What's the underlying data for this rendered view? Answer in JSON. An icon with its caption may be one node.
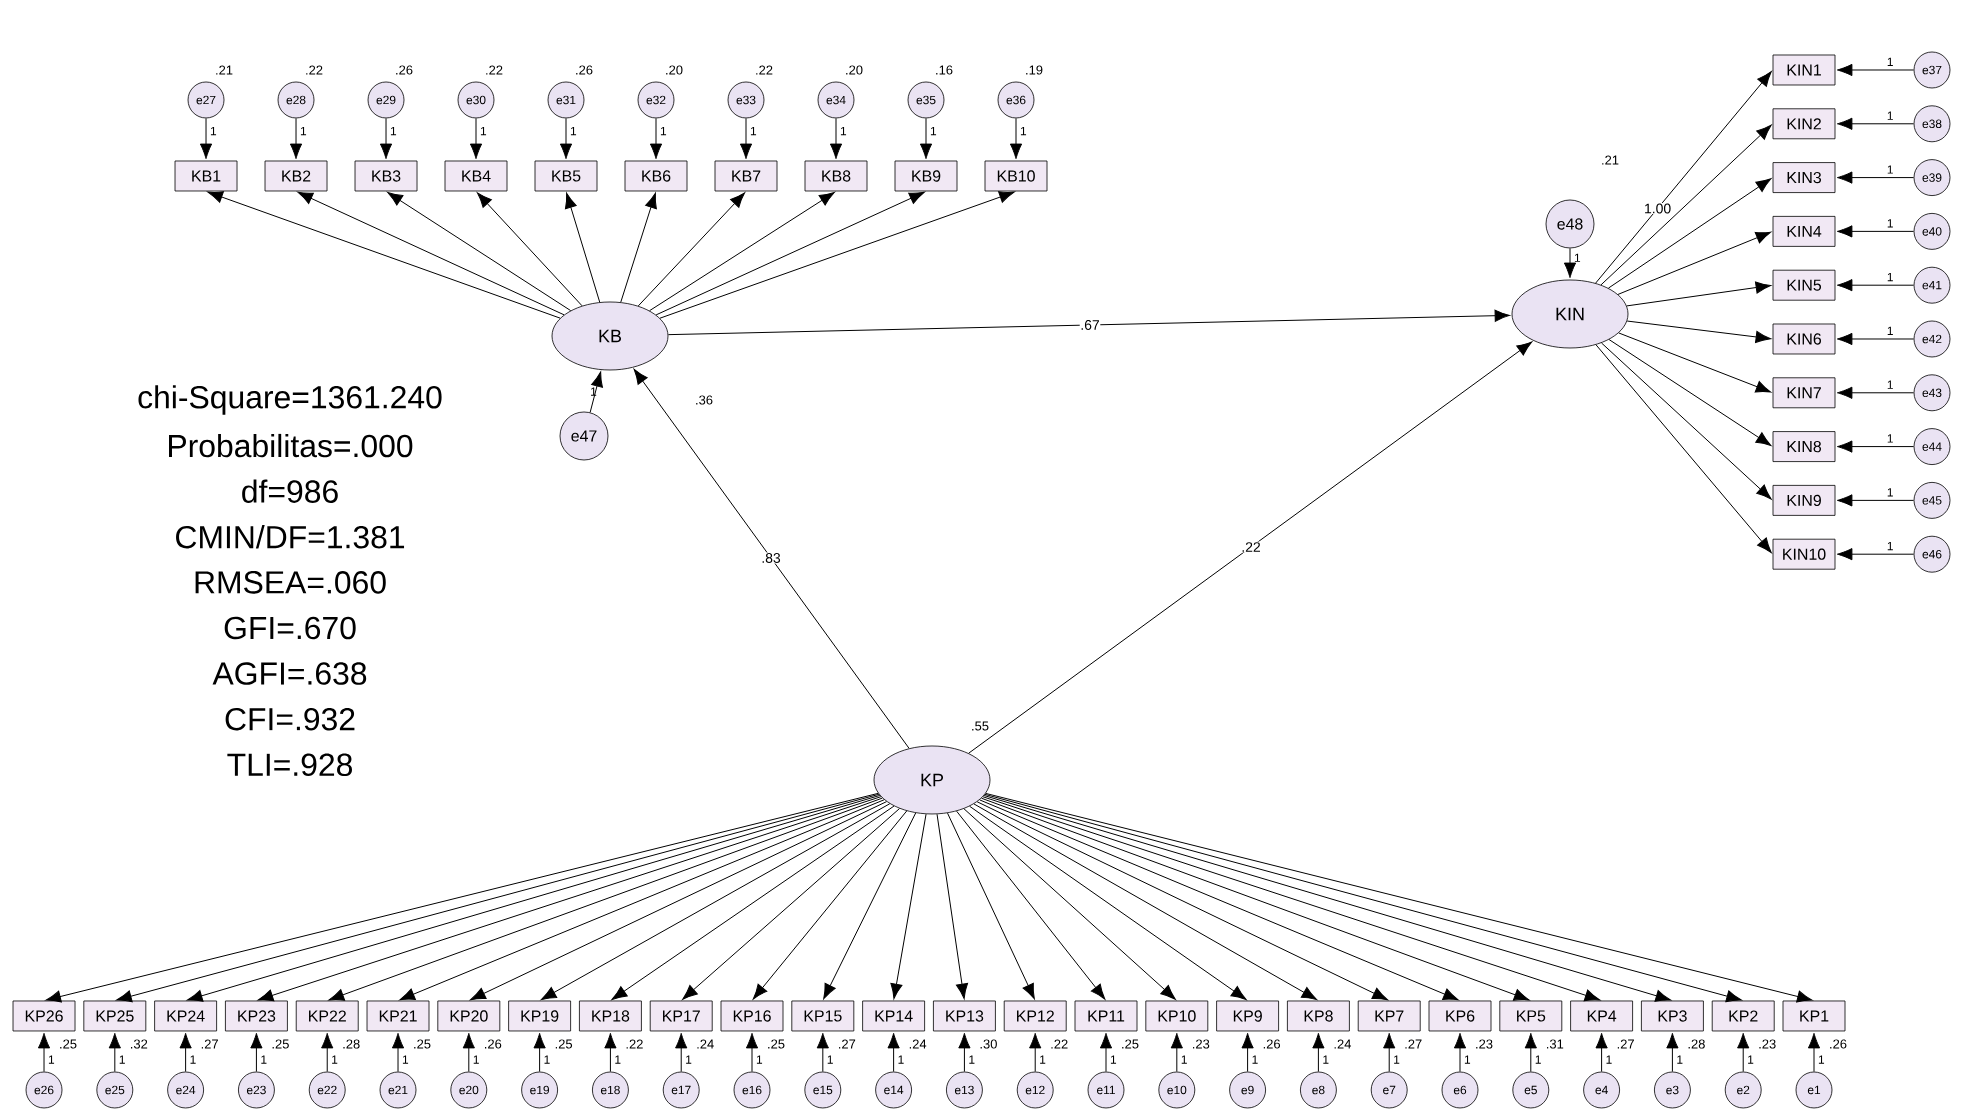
{
  "diagram": {
    "nodes": [
      {
        "text": [
          "e27"
        ],
        "beside": [
          ".21"
        ]
      },
      {
        "text": [
          "e28"
        ],
        "beside": [
          ".22"
        ]
      },
      {
        "text": [
          "e29"
        ],
        "beside": [
          ".26"
        ]
      },
      {
        "text": [
          "e30"
        ],
        "beside": [
          ".22"
        ]
      },
      {
        "text": [
          "e31"
        ],
        "beside": [
          ".26"
        ]
      },
      {
        "text": [
          "e32"
        ],
        "beside": [
          ".20"
        ]
      },
      {
        "text": [
          "e33"
        ],
        "beside": [
          ".22"
        ]
      },
      {
        "text": [
          "e34"
        ],
        "beside": [
          ".20"
        ]
      },
      {
        "text": [
          "e35"
        ],
        "beside": [
          ".16"
        ]
      },
      {
        "text": [
          "e36"
        ],
        "beside": [
          ".19"
        ]
      },
      {
        "text": [
          "KB1"
        ]
      },
      {
        "text": [
          "KB2"
        ]
      },
      {
        "text": [
          "KB3"
        ]
      },
      {
        "text": [
          "KB4"
        ]
      },
      {
        "text": [
          "KB5"
        ]
      },
      {
        "text": [
          "KB6"
        ]
      },
      {
        "text": [
          "KB7"
        ]
      },
      {
        "text": [
          "KB8"
        ]
      },
      {
        "text": [
          "KB9"
        ]
      },
      {
        "text": [
          "KB10"
        ]
      },
      {
        "text": [
          "KB"
        ]
      },
      {
        "text": [
          "e47"
        ]
      },
      {
        "text": [
          "e48"
        ]
      },
      {
        "text": [
          "KIN"
        ]
      },
      {
        "text": [
          "KIN1"
        ]
      },
      {
        "text": [
          "KIN2"
        ]
      },
      {
        "text": [
          "KIN3"
        ]
      },
      {
        "text": [
          "KIN4"
        ]
      },
      {
        "text": [
          "KIN5"
        ]
      },
      {
        "text": [
          "KIN6"
        ]
      },
      {
        "text": [
          "KIN7"
        ]
      },
      {
        "text": [
          "KIN8"
        ]
      },
      {
        "text": [
          "KIN9"
        ]
      },
      {
        "text": [
          "KIN10"
        ]
      },
      {
        "text": [
          "e37"
        ]
      },
      {
        "text": [
          "e38"
        ]
      },
      {
        "text": [
          "e39"
        ]
      },
      {
        "text": [
          "e40"
        ]
      },
      {
        "text": [
          "e41"
        ]
      },
      {
        "text": [
          "e42"
        ]
      },
      {
        "text": [
          "e43"
        ]
      },
      {
        "text": [
          "e44"
        ]
      },
      {
        "text": [
          "e45"
        ]
      },
      {
        "text": [
          "e46"
        ]
      },
      {
        "text": [
          "KP"
        ],
        "beside": [
          ".55"
        ]
      },
      {
        "text": [
          "KP26"
        ],
        "beside": [
          ".25"
        ]
      },
      {
        "text": [
          "KP25"
        ],
        "beside": [
          ".32"
        ]
      },
      {
        "text": [
          "KP24"
        ],
        "beside": [
          ".27"
        ]
      },
      {
        "text": [
          "KP23"
        ],
        "beside": [
          ".25"
        ]
      },
      {
        "text": [
          "KP22"
        ],
        "beside": [
          ".28"
        ]
      },
      {
        "text": [
          "KP21"
        ],
        "beside": [
          ".25"
        ]
      },
      {
        "text": [
          "KP20"
        ],
        "beside": [
          ".26"
        ]
      },
      {
        "text": [
          "KP19"
        ],
        "beside": [
          ".25"
        ]
      },
      {
        "text": [
          "KP18"
        ],
        "beside": [
          ".22"
        ]
      },
      {
        "text": [
          "KP17"
        ],
        "beside": [
          ".24"
        ]
      },
      {
        "text": [
          "KP16"
        ],
        "beside": [
          ".25"
        ]
      },
      {
        "text": [
          "KP15"
        ],
        "beside": [
          ".27"
        ]
      },
      {
        "text": [
          "KP14"
        ],
        "beside": [
          ".24"
        ]
      },
      {
        "text": [
          "KP13"
        ],
        "beside": [
          ".30"
        ]
      },
      {
        "text": [
          "KP12"
        ],
        "beside": [
          ".22"
        ]
      },
      {
        "text": [
          "KP11"
        ],
        "beside": [
          ".25"
        ]
      },
      {
        "text": [
          "KP10"
        ],
        "beside": [
          ".23"
        ]
      },
      {
        "text": [
          "KP9"
        ],
        "beside": [
          ".26"
        ]
      },
      {
        "text": [
          "KP8"
        ],
        "beside": [
          ".24"
        ]
      },
      {
        "text": [
          "KP7"
        ],
        "beside": [
          ".27"
        ]
      },
      {
        "text": [
          "KP6"
        ],
        "beside": [
          ".23"
        ]
      },
      {
        "text": [
          "KP5"
        ],
        "beside": [
          ".31"
        ]
      },
      {
        "text": [
          "KP4"
        ],
        "beside": [
          ".27"
        ]
      },
      {
        "text": [
          "KP3"
        ],
        "beside": [
          ".28"
        ]
      },
      {
        "text": [
          "KP2"
        ],
        "beside": [
          ".23"
        ]
      },
      {
        "text": [
          "KP1"
        ],
        "beside": [
          ".26"
        ]
      },
      {
        "text": [
          "e26"
        ]
      },
      {
        "text": [
          "e25"
        ]
      },
      {
        "text": [
          "e24"
        ]
      },
      {
        "text": [
          "e23"
        ]
      },
      {
        "text": [
          "e22"
        ]
      },
      {
        "text": [
          "e21"
        ]
      },
      {
        "text": [
          "e20"
        ]
      },
      {
        "text": [
          "e19"
        ]
      },
      {
        "text": [
          "e18"
        ]
      },
      {
        "text": [
          "e17"
        ]
      },
      {
        "text": [
          "e16"
        ]
      },
      {
        "text": [
          "e15"
        ]
      },
      {
        "text": [
          "e14"
        ]
      },
      {
        "text": [
          "e13"
        ]
      },
      {
        "text": [
          "e12"
        ]
      },
      {
        "text": [
          "e11"
        ]
      },
      {
        "text": [
          "e10"
        ]
      },
      {
        "text": [
          "e9"
        ]
      },
      {
        "text": [
          "e8"
        ]
      },
      {
        "text": [
          "e7"
        ]
      },
      {
        "text": [
          "e6"
        ]
      },
      {
        "text": [
          "e5"
        ]
      },
      {
        "text": [
          "e4"
        ]
      },
      {
        "text": [
          "e3"
        ]
      },
      {
        "text": [
          "e2"
        ]
      },
      {
        "text": [
          "e1"
        ]
      }
    ],
    "edges": [
      {
        "from": 0,
        "to": 10,
        "arrow": "to",
        "label": "1"
      },
      {
        "from": 1,
        "to": 11,
        "arrow": "to",
        "label": "1"
      },
      {
        "from": 2,
        "to": 12,
        "arrow": "to",
        "label": "1"
      },
      {
        "from": 3,
        "to": 13,
        "arrow": "to",
        "label": "1"
      },
      {
        "from": 4,
        "to": 14,
        "arrow": "to",
        "label": "1"
      },
      {
        "from": 5,
        "to": 15,
        "arrow": "to",
        "label": "1"
      },
      {
        "from": 6,
        "to": 16,
        "arrow": "to",
        "label": "1"
      },
      {
        "from": 7,
        "to": 17,
        "arrow": "to",
        "label": "1"
      },
      {
        "from": 8,
        "to": 18,
        "arrow": "to",
        "label": "1"
      },
      {
        "from": 9,
        "to": 19,
        "arrow": "to",
        "label": "1"
      },
      {
        "from": 20,
        "to": 10,
        "arrow": "to"
      },
      {
        "from": 20,
        "to": 11,
        "arrow": "to"
      },
      {
        "from": 20,
        "to": 12,
        "arrow": "to"
      },
      {
        "from": 20,
        "to": 13,
        "arrow": "to"
      },
      {
        "from": 20,
        "to": 14,
        "arrow": "to"
      },
      {
        "from": 20,
        "to": 15,
        "arrow": "to"
      },
      {
        "from": 20,
        "to": 16,
        "arrow": "to"
      },
      {
        "from": 20,
        "to": 17,
        "arrow": "to"
      },
      {
        "from": 20,
        "to": 18,
        "arrow": "to"
      },
      {
        "from": 20,
        "to": 19,
        "arrow": "to"
      },
      {
        "from": 21,
        "to": 20,
        "arrow": "to",
        "label": "1"
      },
      {
        "from": 22,
        "to": 23,
        "arrow": "to",
        "label": "1"
      },
      {
        "from": 20,
        "to": 23,
        "arrow": "to",
        "label": ".67"
      },
      {
        "from": 44,
        "to": 20,
        "arrow": "to",
        "label": ".83"
      },
      {
        "from": 44,
        "to": 23,
        "arrow": "to",
        "label": ".22"
      },
      {
        "from": 23,
        "to": 24,
        "arrow": "to",
        "label": "1.00"
      },
      {
        "from": 23,
        "to": 25,
        "arrow": "to"
      },
      {
        "from": 23,
        "to": 26,
        "arrow": "to"
      },
      {
        "from": 23,
        "to": 27,
        "arrow": "to"
      },
      {
        "from": 23,
        "to": 28,
        "arrow": "to"
      },
      {
        "from": 23,
        "to": 29,
        "arrow": "to"
      },
      {
        "from": 23,
        "to": 30,
        "arrow": "to"
      },
      {
        "from": 23,
        "to": 31,
        "arrow": "to"
      },
      {
        "from": 23,
        "to": 32,
        "arrow": "to"
      },
      {
        "from": 23,
        "to": 33,
        "arrow": "to"
      },
      {
        "from": 34,
        "to": 24,
        "arrow": "to",
        "label": "1"
      },
      {
        "from": 35,
        "to": 25,
        "arrow": "to",
        "label": "1"
      },
      {
        "from": 36,
        "to": 26,
        "arrow": "to",
        "label": "1"
      },
      {
        "from": 37,
        "to": 27,
        "arrow": "to",
        "label": "1"
      },
      {
        "from": 38,
        "to": 28,
        "arrow": "to",
        "label": "1"
      },
      {
        "from": 39,
        "to": 29,
        "arrow": "to",
        "label": "1"
      },
      {
        "from": 40,
        "to": 30,
        "arrow": "to",
        "label": "1"
      },
      {
        "from": 41,
        "to": 31,
        "arrow": "to",
        "label": "1"
      },
      {
        "from": 42,
        "to": 32,
        "arrow": "to",
        "label": "1"
      },
      {
        "from": 43,
        "to": 33,
        "arrow": "to",
        "label": "1"
      },
      {
        "from": 44,
        "to": 45,
        "arrow": "to"
      },
      {
        "from": 44,
        "to": 46,
        "arrow": "to"
      },
      {
        "from": 44,
        "to": 47,
        "arrow": "to"
      },
      {
        "from": 44,
        "to": 48,
        "arrow": "to"
      },
      {
        "from": 44,
        "to": 49,
        "arrow": "to"
      },
      {
        "from": 44,
        "to": 50,
        "arrow": "to"
      },
      {
        "from": 44,
        "to": 51,
        "arrow": "to"
      },
      {
        "from": 44,
        "to": 52,
        "arrow": "to"
      },
      {
        "from": 44,
        "to": 53,
        "arrow": "to"
      },
      {
        "from": 44,
        "to": 54,
        "arrow": "to"
      },
      {
        "from": 44,
        "to": 55,
        "arrow": "to"
      },
      {
        "from": 44,
        "to": 56,
        "arrow": "to"
      },
      {
        "from": 44,
        "to": 57,
        "arrow": "to"
      },
      {
        "from": 44,
        "to": 58,
        "arrow": "to"
      },
      {
        "from": 44,
        "to": 59,
        "arrow": "to"
      },
      {
        "from": 44,
        "to": 60,
        "arrow": "to"
      },
      {
        "from": 44,
        "to": 61,
        "arrow": "to"
      },
      {
        "from": 44,
        "to": 62,
        "arrow": "to"
      },
      {
        "from": 44,
        "to": 63,
        "arrow": "to"
      },
      {
        "from": 44,
        "to": 64,
        "arrow": "to"
      },
      {
        "from": 44,
        "to": 65,
        "arrow": "to"
      },
      {
        "from": 44,
        "to": 66,
        "arrow": "to"
      },
      {
        "from": 44,
        "to": 67,
        "arrow": "to"
      },
      {
        "from": 44,
        "to": 68,
        "arrow": "to"
      },
      {
        "from": 44,
        "to": 69,
        "arrow": "to"
      },
      {
        "from": 44,
        "to": 70,
        "arrow": "to"
      },
      {
        "from": 71,
        "to": 45,
        "arrow": "to",
        "label": "1"
      },
      {
        "from": 72,
        "to": 46,
        "arrow": "to",
        "label": "1"
      },
      {
        "from": 73,
        "to": 47,
        "arrow": "to",
        "label": "1"
      },
      {
        "from": 74,
        "to": 48,
        "arrow": "to",
        "label": "1"
      },
      {
        "from": 75,
        "to": 49,
        "arrow": "to",
        "label": "1"
      },
      {
        "from": 76,
        "to": 50,
        "arrow": "to",
        "label": "1"
      },
      {
        "from": 77,
        "to": 51,
        "arrow": "to",
        "label": "1"
      },
      {
        "from": 78,
        "to": 52,
        "arrow": "to",
        "label": "1"
      },
      {
        "from": 79,
        "to": 53,
        "arrow": "to",
        "label": "1"
      },
      {
        "from": 80,
        "to": 54,
        "arrow": "to",
        "label": "1"
      },
      {
        "from": 81,
        "to": 55,
        "arrow": "to",
        "label": "1"
      },
      {
        "from": 82,
        "to": 56,
        "arrow": "to",
        "label": "1"
      },
      {
        "from": 83,
        "to": 57,
        "arrow": "to",
        "label": "1"
      },
      {
        "from": 84,
        "to": 58,
        "arrow": "to",
        "label": "1"
      },
      {
        "from": 85,
        "to": 59,
        "arrow": "to",
        "label": "1"
      },
      {
        "from": 86,
        "to": 60,
        "arrow": "to",
        "label": "1"
      },
      {
        "from": 87,
        "to": 61,
        "arrow": "to",
        "label": "1"
      },
      {
        "from": 88,
        "to": 62,
        "arrow": "to",
        "label": "1"
      },
      {
        "from": 89,
        "to": 63,
        "arrow": "to",
        "label": "1"
      },
      {
        "from": 90,
        "to": 64,
        "arrow": "to",
        "label": "1"
      },
      {
        "from": 91,
        "to": 65,
        "arrow": "to",
        "label": "1"
      },
      {
        "from": 92,
        "to": 66,
        "arrow": "to",
        "label": "1"
      },
      {
        "from": 93,
        "to": 67,
        "arrow": "to",
        "label": "1"
      },
      {
        "from": 94,
        "to": 68,
        "arrow": "to",
        "label": "1"
      },
      {
        "from": 95,
        "to": 69,
        "arrow": "to",
        "label": "1"
      },
      {
        "from": 96,
        "to": 70,
        "arrow": "to",
        "label": "1"
      }
    ],
    "labels": [
      "chi-Square=1361.240",
      "Probabilitas=.000",
      "df=986",
      "CMIN/DF=1.381",
      "RMSEA=.060",
      "GFI=.670",
      "AGFI=.638",
      "CFI=.932",
      "TLI=.928",
      ".36",
      ".21"
    ]
  }
}
